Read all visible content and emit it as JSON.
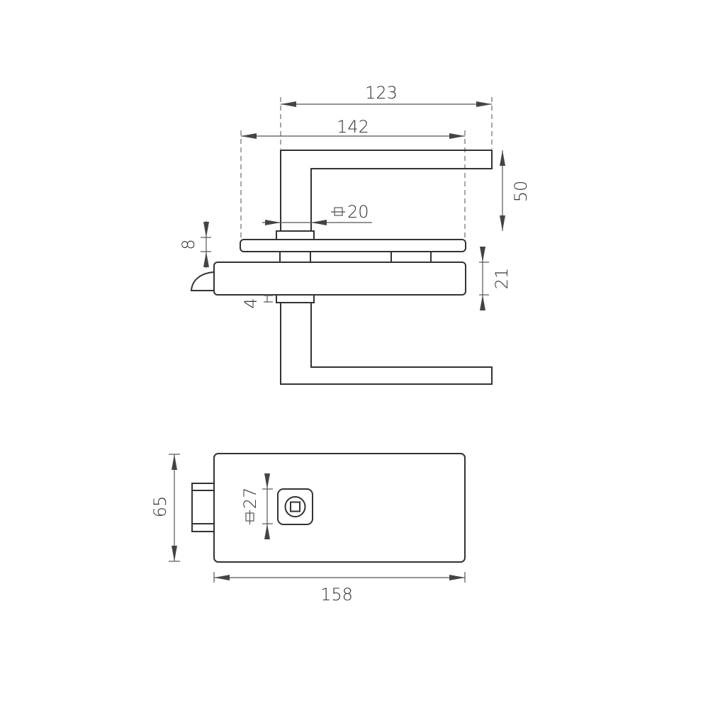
{
  "dimensions": {
    "handle_projection_total": "123",
    "plate_width": "142",
    "spindle_square": "20",
    "spindle_symbol": "⧈",
    "glass_thickness": "8",
    "body_thickness": "21",
    "handle_height": "50",
    "rose_gap": "4",
    "body_height": "65",
    "body_length": "158",
    "rose_square": "27"
  }
}
